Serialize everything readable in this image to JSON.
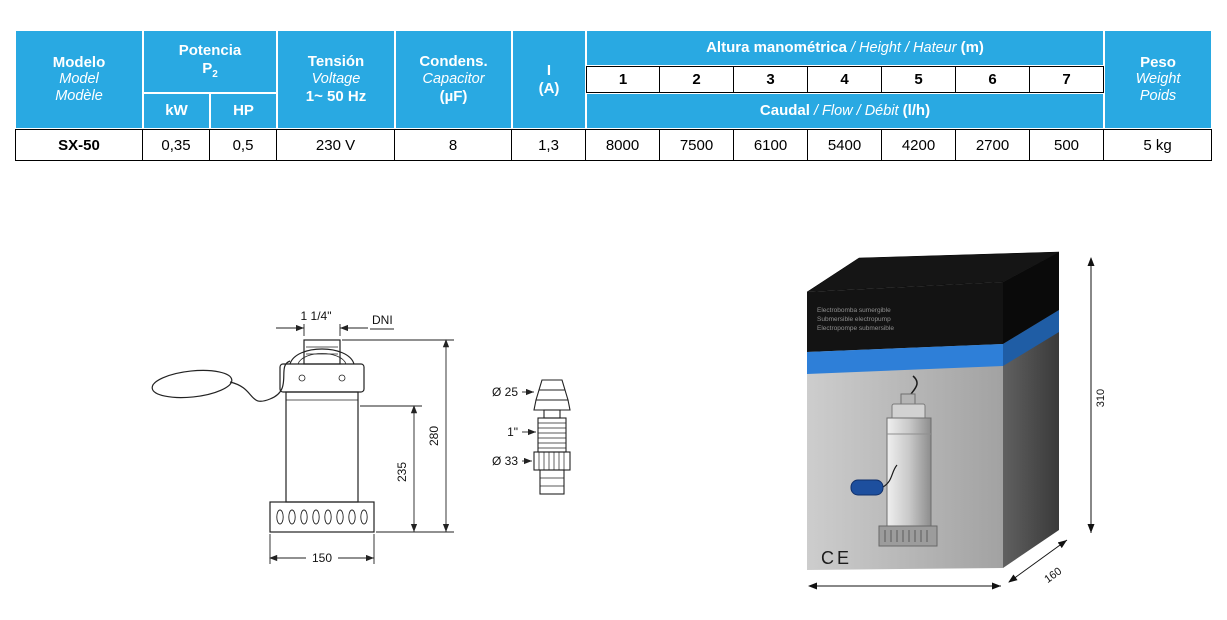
{
  "table": {
    "header": {
      "modelo": {
        "line1": "Modelo",
        "line2": "Model",
        "line3": "Modèle"
      },
      "potencia": {
        "title": "Potencia",
        "p": "P",
        "p_sub": "2",
        "kw": "kW",
        "hp": "HP"
      },
      "tension": {
        "line1": "Tensión",
        "line2": "Voltage",
        "line3": "1~ 50 Hz"
      },
      "condens": {
        "line1": "Condens.",
        "line2": "Capacitor",
        "line3": "(µF)"
      },
      "current": {
        "line1": "I",
        "line2": "(A)"
      },
      "altura": {
        "bold": "Altura manométrica",
        "italic": " / Height / Hateur ",
        "unit": "(m)"
      },
      "heights": [
        "1",
        "2",
        "3",
        "4",
        "5",
        "6",
        "7"
      ],
      "caudal": {
        "bold": "Caudal",
        "italic": " / Flow / Débit ",
        "unit": "(l/h)"
      },
      "peso": {
        "line1": "Peso",
        "line2": "Weight",
        "line3": "Poids"
      }
    },
    "rows": [
      {
        "model": "SX-50",
        "kw": "0,35",
        "hp": "0,5",
        "voltage": "230 V",
        "capacitor": "8",
        "current": "1,3",
        "flows": [
          "8000",
          "7500",
          "6100",
          "5400",
          "4200",
          "2700",
          "500"
        ],
        "weight": "5 kg"
      }
    ]
  },
  "pump_drawing": {
    "outlet_dim": "1 1/4\"",
    "outlet_label": "DNI",
    "body_height": "235",
    "total_height": "280",
    "base_width": "150"
  },
  "fitting_drawing": {
    "top_diameter": "Ø 25",
    "thread": "1\"",
    "bottom_diameter": "Ø 33"
  },
  "box_figure": {
    "labels": [
      "Electrobomba sumergible",
      "Submersible electropump",
      "Electropompe submersible"
    ],
    "ce_mark": "CE",
    "height_dim": "310",
    "depth_dim": "160"
  },
  "colors": {
    "header_blue": "#29a9e2",
    "model_blue": "#149cd8",
    "box_stripe_blue": "#2e7fd8"
  }
}
